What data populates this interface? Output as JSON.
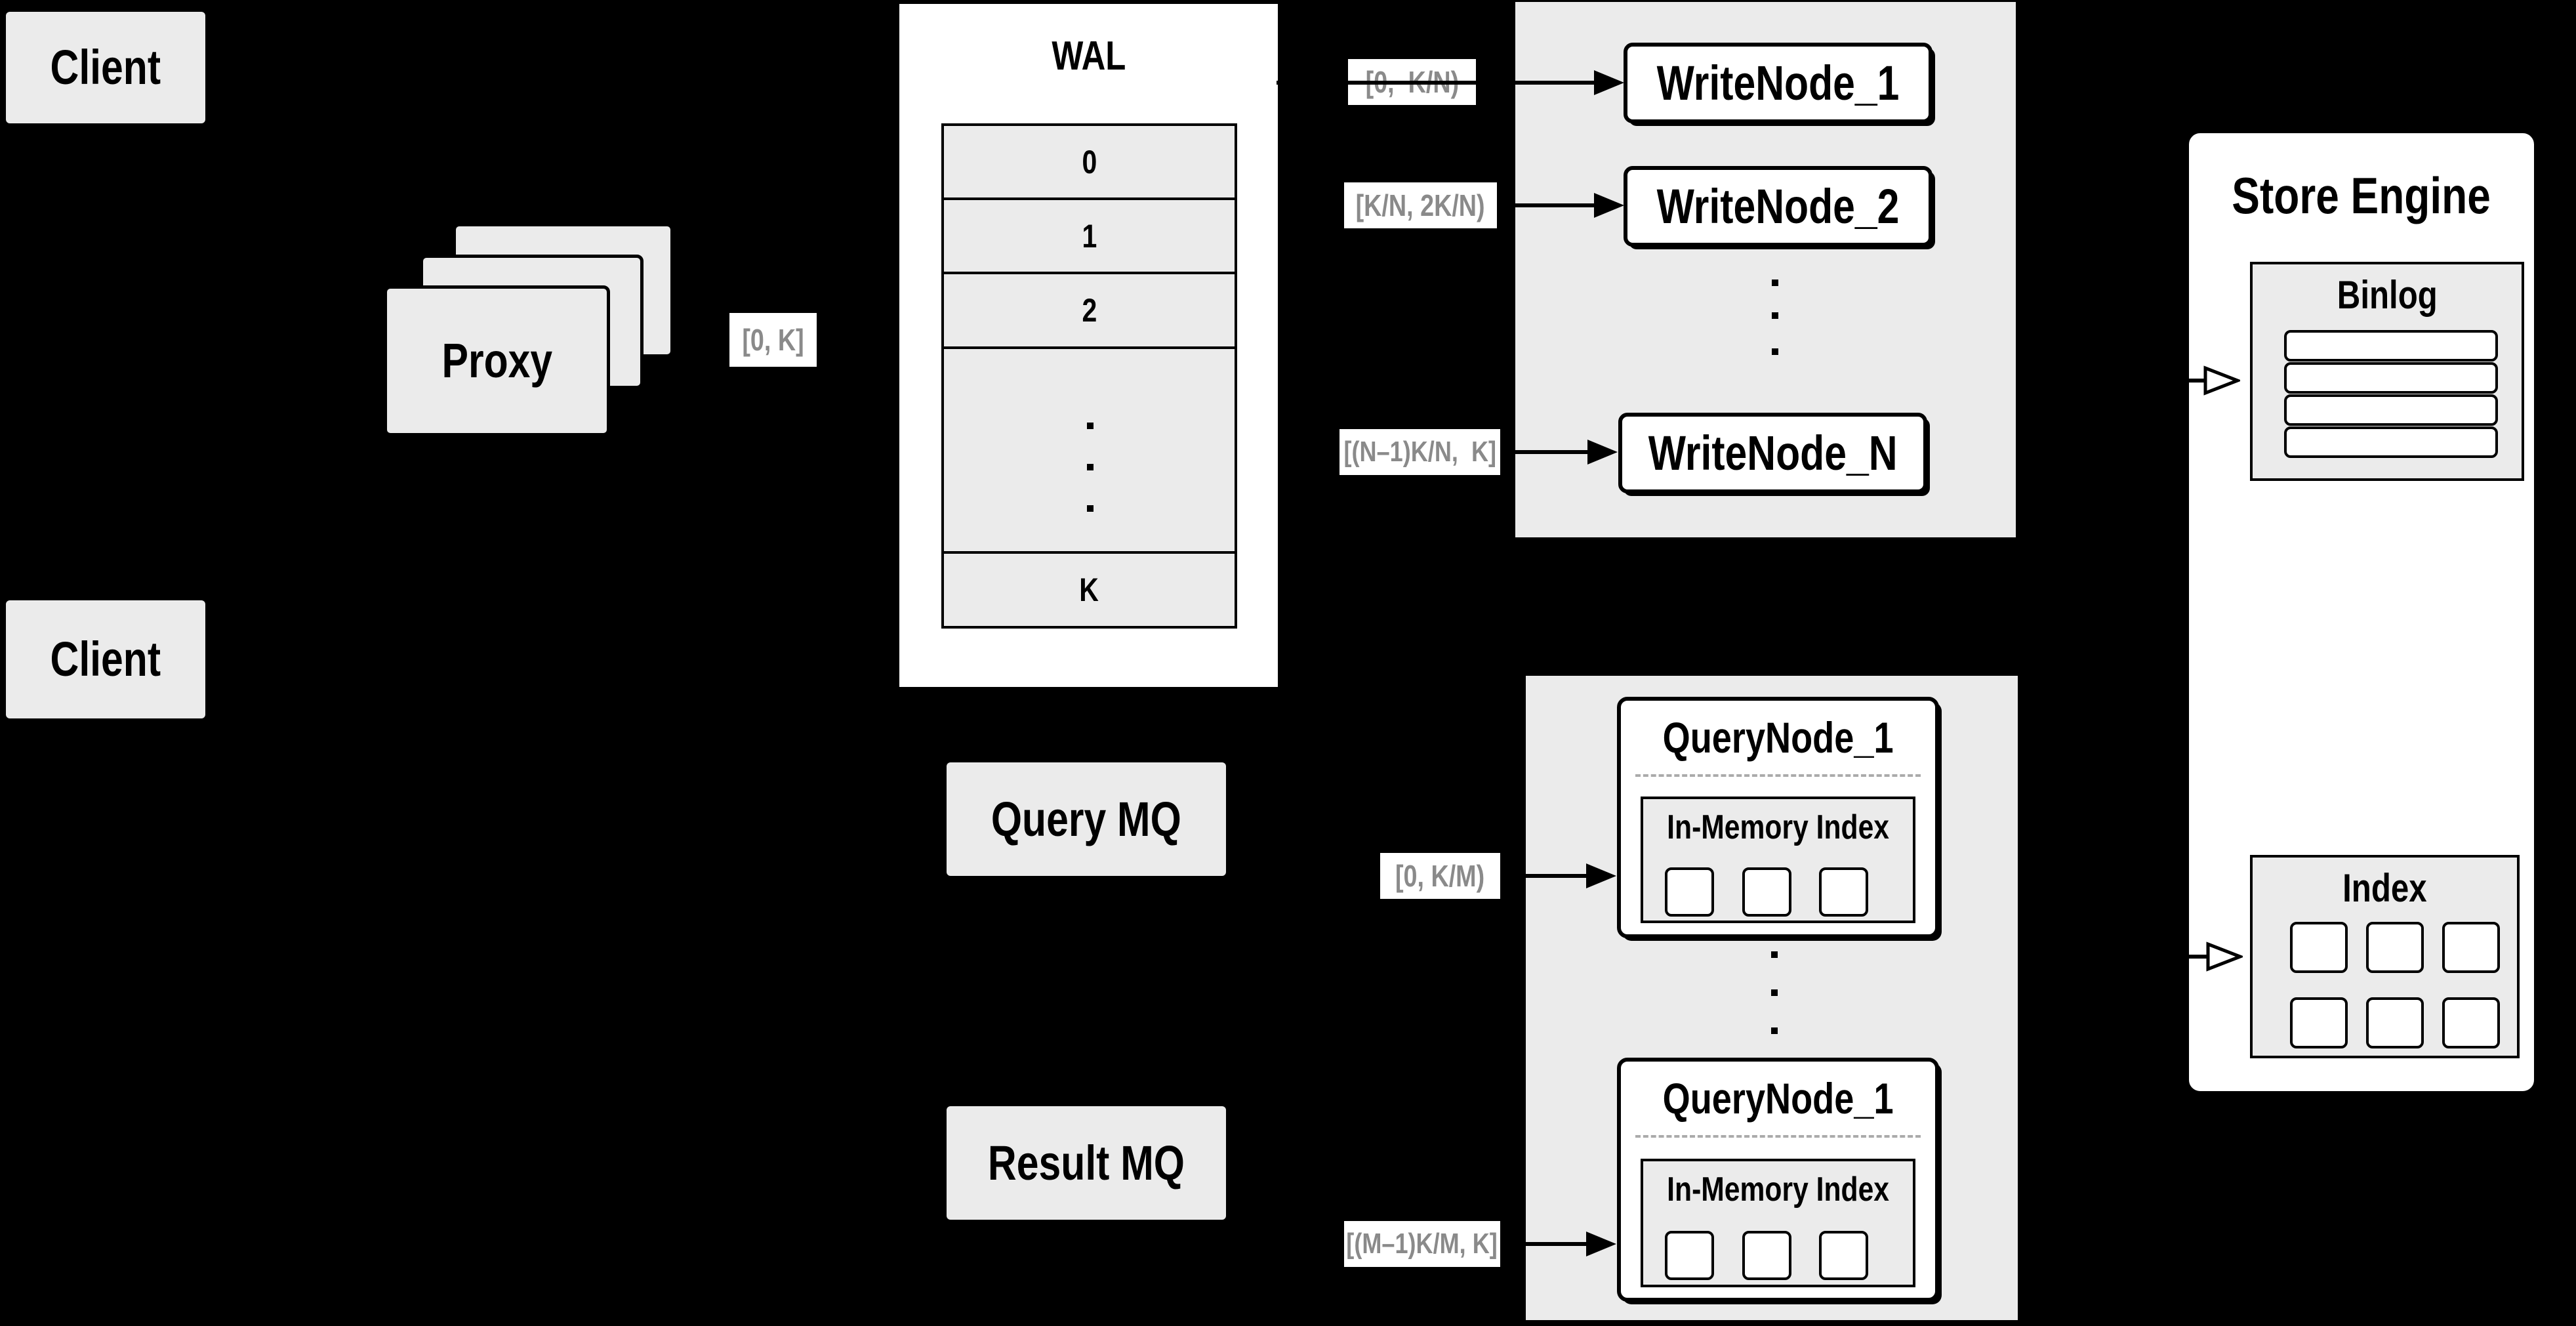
{
  "colors": {
    "background": "#000000",
    "container_fill": "#ebebeb",
    "node_fill": "#ffffff",
    "line": "#000000",
    "flow_label_text": "#8a8a8a"
  },
  "clients": {
    "top": "Client",
    "bottom": "Client"
  },
  "proxy": {
    "label": "Proxy"
  },
  "wal": {
    "title": "WAL",
    "rows": [
      "0",
      "1",
      "2",
      "K"
    ]
  },
  "mq": {
    "query": "Query MQ",
    "result": "Result MQ"
  },
  "flow_labels": {
    "proxy_to_wal": "[0, K]",
    "to_write_node_1": "[0,  K/N)",
    "to_write_node_2": "[K/N, 2K/N)",
    "to_write_node_n": "[(N–1)K/N,  K]",
    "to_query_node_1": "[0, K/M)",
    "to_query_node_m": "[(M–1)K/M, K]"
  },
  "write_nodes": {
    "items": [
      "WriteNode_1",
      "WriteNode_2",
      "WriteNode_N"
    ]
  },
  "query_nodes": {
    "items": [
      {
        "title": "QueryNode_1",
        "index_label": "In-Memory Index"
      },
      {
        "title": "QueryNode_1",
        "index_label": "In-Memory Index"
      }
    ]
  },
  "store_engine": {
    "title": "Store Engine",
    "binlog_label": "Binlog",
    "index_label": "Index"
  }
}
